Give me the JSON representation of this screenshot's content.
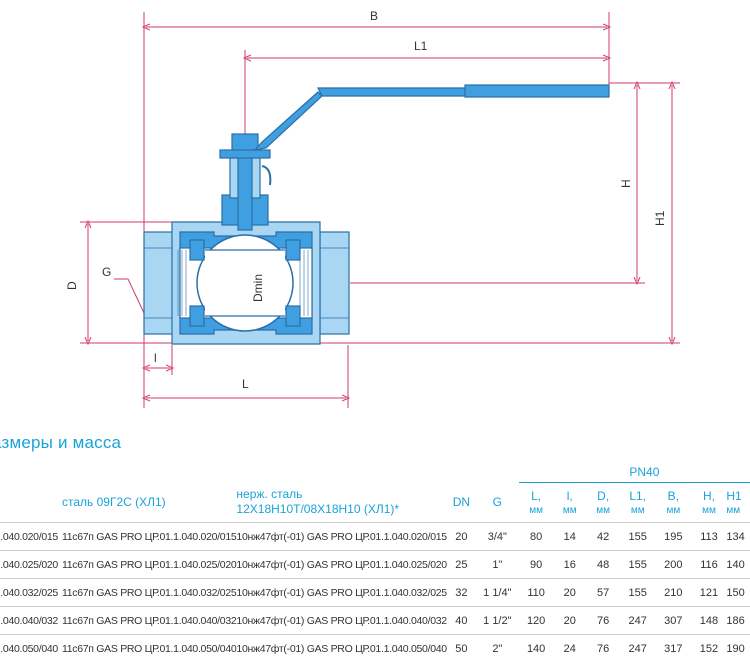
{
  "drawing": {
    "labels": {
      "B": "B",
      "L1": "L1",
      "H": "H",
      "H1": "H1",
      "D": "D",
      "G": "G",
      "Dmin": "Dmin",
      "l": "l",
      "L": "L"
    },
    "colors": {
      "valve": "#3f9fe0",
      "valve_light": "#a9d6f3",
      "outline": "#2a6fa8",
      "dimension": "#d23a6b"
    }
  },
  "section_title": "азмеры и масса",
  "table": {
    "group_header": "PN40",
    "headers": {
      "steel": "сталь 09Г2С (ХЛ1)",
      "stainless": "нерж. сталь\n12Х18Н10Т/08Х18Н10 (ХЛ1)*",
      "DN": "DN",
      "G": "G",
      "L": "L,",
      "l": "l,",
      "D": "D,",
      "L1": "L1,",
      "B": "B,",
      "H": "H,",
      "H1": "H1",
      "unit": "мм"
    },
    "rows": [
      {
        "code0": ".040.020/015",
        "steel": "11с67п GAS PRO ЦР.01.1.040.020/015",
        "stainless": "10нж47фт(-01) GAS PRO ЦР.01.1.040.020/015",
        "DN": "20",
        "G": "3/4\"",
        "L": "80",
        "l": "14",
        "D": "42",
        "L1": "155",
        "B": "195",
        "H": "113",
        "H1": "134"
      },
      {
        "code0": ".040.025/020",
        "steel": "11с67п GAS PRO ЦР.01.1.040.025/020",
        "stainless": "10нж47фт(-01) GAS PRO ЦР.01.1.040.025/020",
        "DN": "25",
        "G": "1\"",
        "L": "90",
        "l": "16",
        "D": "48",
        "L1": "155",
        "B": "200",
        "H": "116",
        "H1": "140"
      },
      {
        "code0": ".040.032/025",
        "steel": "11с67п GAS PRO ЦР.01.1.040.032/025",
        "stainless": "10нж47фт(-01) GAS PRO ЦР.01.1.040.032/025",
        "DN": "32",
        "G": "1 1/4\"",
        "L": "110",
        "l": "20",
        "D": "57",
        "L1": "155",
        "B": "210",
        "H": "121",
        "H1": "150"
      },
      {
        "code0": ".040.040/032",
        "steel": "11с67п GAS PRO ЦР.01.1.040.040/032",
        "stainless": "10нж47фт(-01) GAS PRO ЦР.01.1.040.040/032",
        "DN": "40",
        "G": "1 1/2\"",
        "L": "120",
        "l": "20",
        "D": "76",
        "L1": "247",
        "B": "307",
        "H": "148",
        "H1": "186"
      },
      {
        "code0": ".040.050/040",
        "steel": "11с67п GAS PRO ЦР.01.1.040.050/040",
        "stainless": "10нж47фт(-01) GAS PRO ЦР.01.1.040.050/040",
        "DN": "50",
        "G": "2\"",
        "L": "140",
        "l": "24",
        "D": "76",
        "L1": "247",
        "B": "317",
        "H": "152",
        "H1": "190"
      }
    ]
  }
}
